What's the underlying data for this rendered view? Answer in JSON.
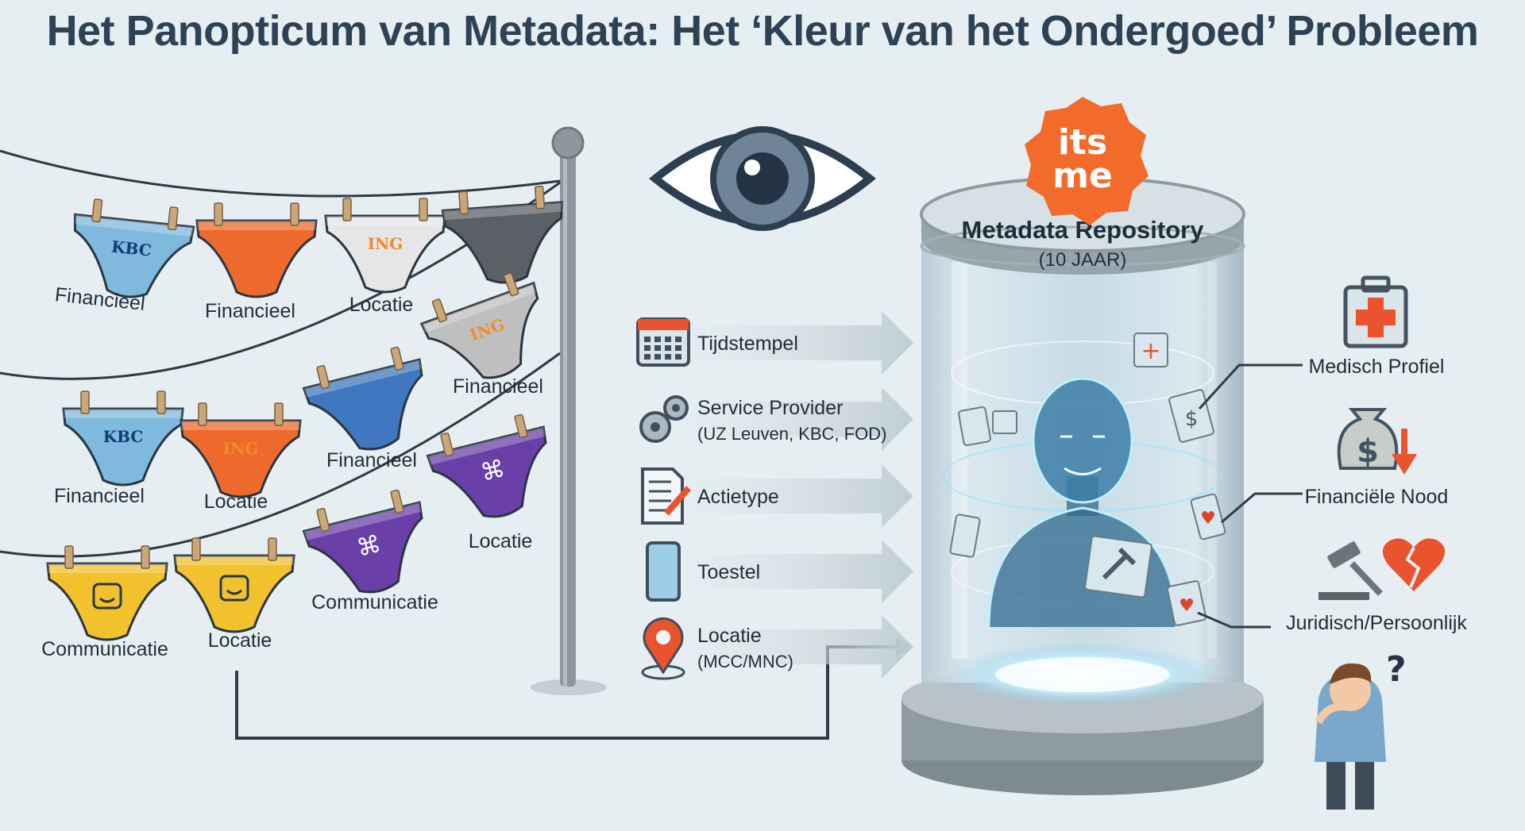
{
  "title": "Het Panopticum van Metadata: Het ‘Kleur van het Ondergoed’ Probleem",
  "logo": {
    "line1": "its",
    "line2": "me",
    "color": "#f26b2a"
  },
  "repository": {
    "title": "Metadata Repository",
    "subtitle": "(10 JAAR)"
  },
  "underwear": [
    {
      "label": "Financieel",
      "brand": "KBC",
      "color": "#7fb9de"
    },
    {
      "label": "Financieel",
      "brand": "",
      "color": "#ee6a2c"
    },
    {
      "label": "Locatie",
      "brand": "ING",
      "color": "#e6e6e6"
    },
    {
      "label": "",
      "brand": "",
      "color": "#5b5f66"
    },
    {
      "label": "Financieel",
      "brand": "ING",
      "color": "#bfbfbf"
    },
    {
      "label": "Financieel",
      "brand": "KBC",
      "color": "#7fb9de"
    },
    {
      "label": "Locatie",
      "brand": "ING",
      "color": "#ee6a2c"
    },
    {
      "label": "Financieel",
      "brand": "",
      "color": "#3f78c0"
    },
    {
      "label": "Locatie",
      "brand": "",
      "color": "#6a3fa8"
    },
    {
      "label": "Communicatie",
      "brand": "",
      "color": "#6a3fa8"
    },
    {
      "label": "Communicatie",
      "brand": "",
      "color": "#f2c22e"
    },
    {
      "label": "Locatie",
      "brand": "",
      "color": "#f2c22e"
    }
  ],
  "inputs": [
    {
      "icon": "calendar-icon",
      "line1": "Tijdstempel",
      "line2": ""
    },
    {
      "icon": "gears-icon",
      "line1": "Service Provider",
      "line2": "(UZ Leuven, KBC, FOD)"
    },
    {
      "icon": "document-pen-icon",
      "line1": "Actietype",
      "line2": ""
    },
    {
      "icon": "smartphone-icon",
      "line1": "Toestel",
      "line2": ""
    },
    {
      "icon": "location-pin-icon",
      "line1": "Locatie",
      "line2": "(MCC/MNC)"
    }
  ],
  "outputs": [
    {
      "icon": "medical-kit-icon",
      "label": "Medisch Profiel"
    },
    {
      "icon": "money-bag-icon",
      "label": "Financiële Nood"
    },
    {
      "icon": "gavel-broken-heart-icon",
      "label": "Juridisch/Persoonlijk"
    }
  ],
  "figure": {
    "mark": "?"
  }
}
